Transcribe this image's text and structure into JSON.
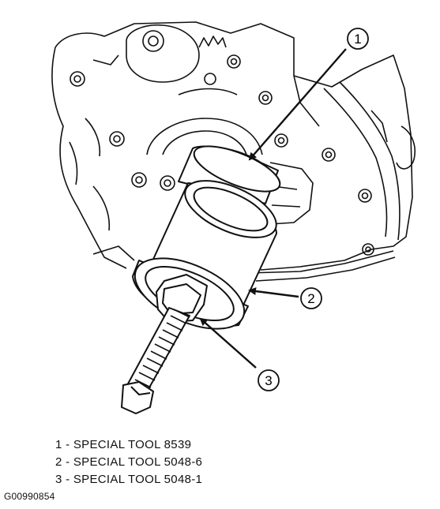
{
  "callouts": [
    {
      "number": "1"
    },
    {
      "number": "2"
    },
    {
      "number": "3"
    }
  ],
  "legend": [
    {
      "text": "1 - SPECIAL TOOL 8539"
    },
    {
      "text": "2 - SPECIAL TOOL 5048-6"
    },
    {
      "text": "3 - SPECIAL TOOL 5048-1"
    }
  ],
  "figure_id": "G00990854",
  "colors": {
    "line": "#111111",
    "background": "#ffffff"
  }
}
